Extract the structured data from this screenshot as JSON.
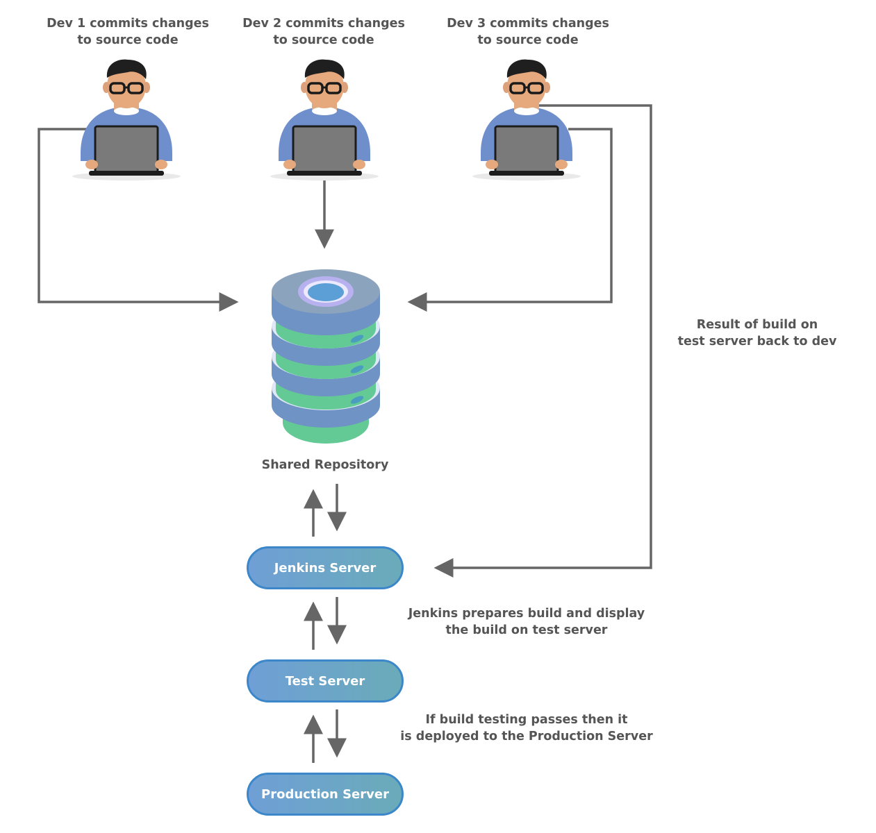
{
  "developers": [
    {
      "line1": "Dev 1 commits changes",
      "line2": "to source code"
    },
    {
      "line1": "Dev 2 commits changes",
      "line2": "to source code"
    },
    {
      "line1": "Dev 3 commits changes",
      "line2": "to source code"
    }
  ],
  "repository": {
    "label": "Shared Repository"
  },
  "servers": {
    "jenkins": "Jenkins Server",
    "test": "Test Server",
    "production": "Production Server"
  },
  "annotations": {
    "result": {
      "line1": "Result of build on",
      "line2": "test server back to dev"
    },
    "prepare": {
      "line1": "Jenkins prepares build and display",
      "line2": "the build on test server"
    },
    "deploy": {
      "line1": "If build testing passes then it",
      "line2": "is deployed to the Production Server"
    }
  },
  "colors": {
    "text": "#555555",
    "connector": "#666666",
    "pill_border": "#3b87c9",
    "pill_fill_start": "#6f9fd6",
    "pill_fill_end": "#6aabb9",
    "disk_blue": "#6f93c4",
    "disk_green": "#63c995",
    "shirt": "#6f8fcc",
    "laptop": "#7a7a7a"
  }
}
